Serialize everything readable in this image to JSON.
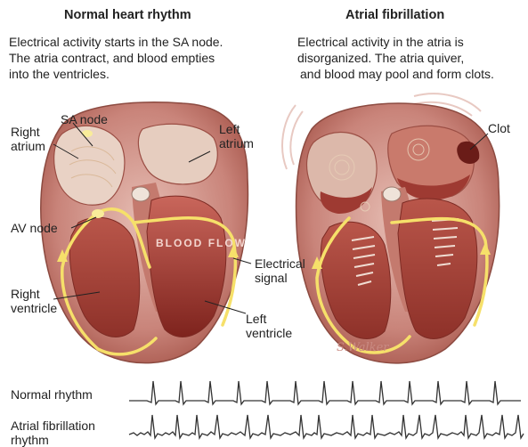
{
  "left_panel": {
    "title": "Normal heart rhythm",
    "description": [
      "Electrical activity starts in the SA node.",
      "The atria contract, and blood empties",
      "into the ventricles."
    ]
  },
  "right_panel": {
    "title": "Atrial fibrillation",
    "description": [
      "Electrical activity in the atria is",
      "disorganized. The atria quiver,",
      "and blood may pool and form clots."
    ]
  },
  "labels": {
    "sa_node": "SA node",
    "right_atrium": [
      "Right",
      "atrium"
    ],
    "left_atrium": [
      "Left",
      "atrium"
    ],
    "av_node": "AV node",
    "blood_flow": [
      "BLOOD",
      "FLOW"
    ],
    "electrical_signal": [
      "Electrical",
      "signal"
    ],
    "right_ventricle": [
      "Right",
      "ventricle"
    ],
    "left_ventricle": [
      "Left",
      "ventricle"
    ],
    "clot": "Clot"
  },
  "signature": "S.Walker",
  "rhythms": {
    "normal_label": "Normal rhythm",
    "afib_label": [
      "Atrial fibrillation",
      "rhythm"
    ]
  },
  "colors": {
    "heart_outer": "#c9847a",
    "heart_wall": "#b5564a",
    "muscle": "#9b3c33",
    "chamber": "#e9cfc2",
    "signal": "#f6e06a",
    "clot": "#6a1c18"
  }
}
